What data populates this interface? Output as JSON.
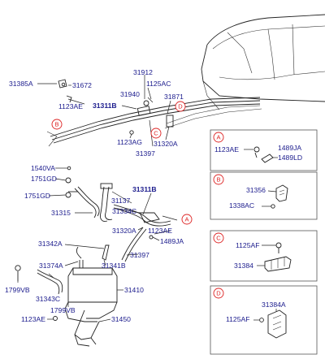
{
  "labels": {
    "p31385A": "31385A",
    "p31672": "31672",
    "p1123AE_a": "1123AE",
    "p31311B_a": "31311B",
    "p31912": "31912",
    "p1125AC": "1125AC",
    "p31940": "31940",
    "p31871": "31871",
    "p1123AG": "1123AG",
    "p31397_a": "31397",
    "p31320A_a": "31320A",
    "p1540VA": "1540VA",
    "p1751GD_a": "1751GD",
    "p1751GD_b": "1751GD",
    "p31311B_b": "31311B",
    "p31137": "31137",
    "p31334C": "31334C",
    "p31315": "31315",
    "p1123AE_b": "1123AE",
    "p31320A_b": "31320A",
    "p1489JA_a": "1489JA",
    "p31342A": "31342A",
    "p31397_b": "31397",
    "p31374A": "31374A",
    "p31341B": "31341B",
    "p1799VB_a": "1799VB",
    "p31343C": "31343C",
    "p31410": "31410",
    "p1799VB_b": "1799VB",
    "p1123AE_c": "1123AE",
    "p31450": "31450"
  },
  "callouts": {
    "main_A": "A",
    "main_B": "B",
    "main_C": "C",
    "main_D": "D"
  },
  "insets": {
    "A": {
      "letter": "A",
      "parts": [
        "1123AE",
        "1489JA",
        "1489LD"
      ]
    },
    "B": {
      "letter": "B",
      "parts": [
        "31356",
        "1338AC"
      ]
    },
    "C": {
      "letter": "C",
      "parts": [
        "1125AF",
        "31384"
      ]
    },
    "D": {
      "letter": "D",
      "parts": [
        "31384A",
        "1125AF"
      ]
    }
  },
  "colors": {
    "label": "#1a1a8c",
    "callout": "#dd2222",
    "line": "#222222"
  }
}
